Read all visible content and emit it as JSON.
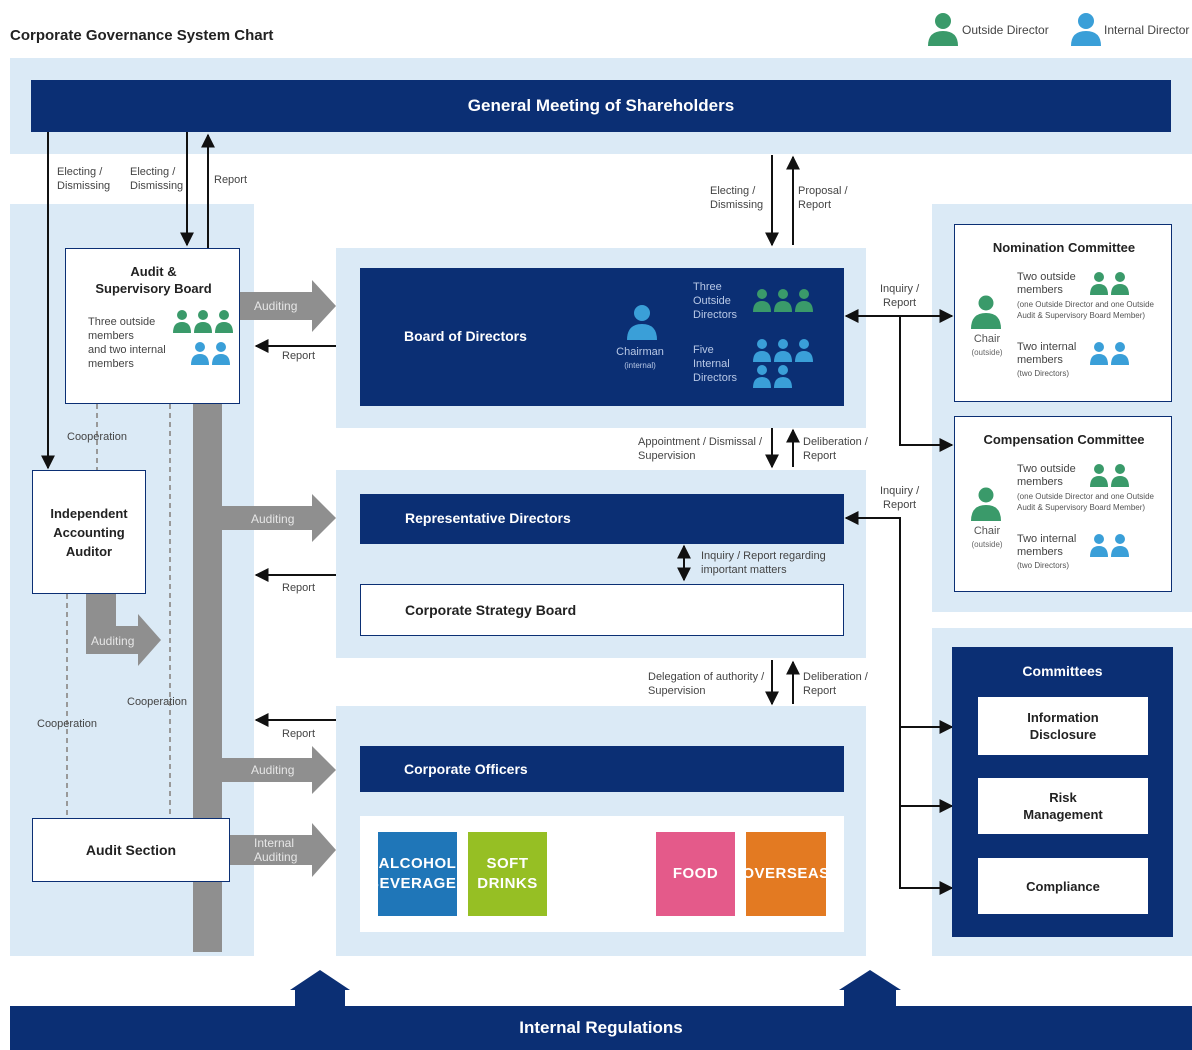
{
  "title": "Corporate Governance System Chart",
  "legend": {
    "outside": "Outside Director",
    "internal": "Internal Director"
  },
  "colors": {
    "navy": "#0b2f74",
    "zone": "#dbeaf6",
    "outside_green": "#3a9a6a",
    "internal_blue": "#3a9fd8",
    "arrow_gray": "#8f8f8f"
  },
  "shareholders": "General Meeting of Shareholders",
  "internal_regulations": "Internal Regulations",
  "audit_board": {
    "title_1": "Audit &",
    "title_2": "Supervisory Board",
    "desc_1": "Three outside",
    "desc_2": "members",
    "desc_3": "and two internal",
    "desc_4": "members"
  },
  "board": {
    "title": "Board of Directors",
    "chairman": "Chairman",
    "chairman_note": "(internal)",
    "outside_1": "Three",
    "outside_2": "Outside",
    "outside_3": "Directors",
    "internal_1": "Five",
    "internal_2": "Internal",
    "internal_3": "Directors"
  },
  "auditor": {
    "l1": "Independent",
    "l2": "Accounting",
    "l3": "Auditor"
  },
  "rep_directors": "Representative Directors",
  "strategy_board": "Corporate Strategy Board",
  "officers": "Corporate Officers",
  "audit_section": "Audit Section",
  "businesses": [
    {
      "l1": "ALCOHOL",
      "l2": "BEVERAGES",
      "color": "#1f76b8"
    },
    {
      "l1": "SOFT",
      "l2": "DRINKS",
      "color": "#96bf24"
    },
    {
      "l1": "FOOD",
      "l2": "",
      "color": "#e45a8a"
    },
    {
      "l1": "OVERSEAS",
      "l2": "",
      "color": "#e37a22"
    }
  ],
  "nomination": {
    "title": "Nomination Committee",
    "chair": "Chair",
    "chair_note": "(outside)",
    "out_1": "Two outside",
    "out_2": "members",
    "out_note_1": "(one Outside Director and one Outside",
    "out_note_2": "Audit & Supervisory Board Member)",
    "in_1": "Two internal",
    "in_2": "members",
    "in_note": "(two Directors)"
  },
  "compensation": {
    "title": "Compensation Committee",
    "chair": "Chair",
    "chair_note": "(outside)",
    "out_1": "Two outside",
    "out_2": "members",
    "out_note_1": "(one Outside Director and one Outside",
    "out_note_2": "Audit & Supervisory Board Member)",
    "in_1": "Two internal",
    "in_2": "members",
    "in_note": "(two Directors)"
  },
  "committees": {
    "title": "Committees",
    "info_1": "Information",
    "info_2": "Disclosure",
    "risk_1": "Risk",
    "risk_2": "Management",
    "compliance": "Compliance"
  },
  "labels": {
    "electing_1a": "Electing /",
    "electing_1b": "Dismissing",
    "electing_2a": "Electing /",
    "electing_2b": "Dismissing",
    "report_top": "Report",
    "electing_3a": "Electing /",
    "electing_3b": "Dismissing",
    "proposal_a": "Proposal /",
    "proposal_b": "Report",
    "auditing_1": "Auditing",
    "report_1": "Report",
    "auditing_2": "Auditing",
    "report_2": "Report",
    "auditing_3": "Auditing",
    "report_3": "Report",
    "auditing_4": "Auditing",
    "internal_auditing_a": "Internal",
    "internal_auditing_b": "Auditing",
    "cooperation_1": "Cooperation",
    "cooperation_2": "Cooperation",
    "cooperation_3": "Cooperation",
    "appointment_a": "Appointment / Dismissal /",
    "appointment_b": "Supervision",
    "deliberation_1a": "Deliberation /",
    "deliberation_1b": "Report",
    "inquiry_1a": "Inquiry /",
    "inquiry_1b": "Report",
    "inquiry_2a": "Inquiry /",
    "inquiry_2b": "Report",
    "inquiry_important_a": "Inquiry / Report regarding",
    "inquiry_important_b": "important matters",
    "delegation_a": "Delegation of authority /",
    "delegation_b": "Supervision",
    "deliberation_2a": "Deliberation /",
    "deliberation_2b": "Report"
  }
}
